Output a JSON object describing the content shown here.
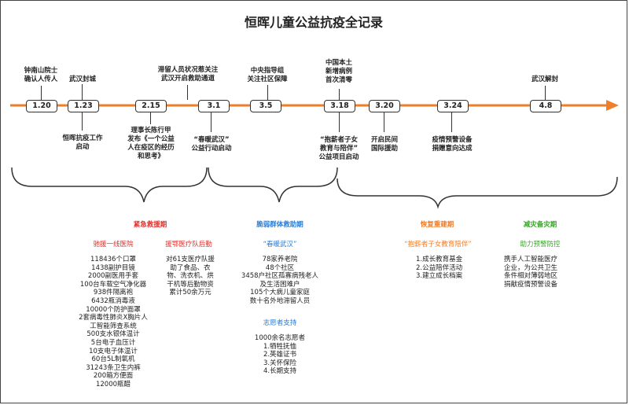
{
  "title": "恒晖儿童公益抗疫全记录",
  "colors": {
    "timeline": "#f07d2a",
    "red": "#e0302a",
    "blue": "#2a7bd6",
    "orange": "#f07d2a",
    "green": "#3aa52a"
  },
  "dates": [
    "1.20",
    "1.23",
    "2.15",
    "3.1",
    "3.5",
    "3.18",
    "3.20",
    "3.24",
    "4.8"
  ],
  "events_above": {
    "e120": "钟南山院士\n确认人传人",
    "e123": "武汉封城",
    "e301": "滞留人员状况惹关注\n武汉开启救助通道",
    "e305": "中央指导组\n关注社区保障",
    "e318": "中国本土\n新增病例\n首次清零",
    "e408": "武汉解封"
  },
  "events_below": {
    "e123": "恒晖抗疫工作\n启动",
    "e215": "理事长陈行甲\n发布《一个公益\n人在疫区的经历\n和思考》",
    "e301": "“春暖武汉”\n公益行动启动",
    "e318": "“抱薪者子女\n教育与陪伴”\n公益项目启动",
    "e320": "开启民间\n国际援助",
    "e324": "疫情预警设备\n捐赠意向达成"
  },
  "phases": {
    "emergency": {
      "title": "紧急救援期",
      "hospital": {
        "title": "驰援一线医院",
        "items": [
          "118436个口罩",
          "1438副护目镜",
          "2000副医用手套",
          "100台车载空气净化器",
          "938件隔离袍",
          "6432瓶消毒液",
          "10000个防护面罩",
          "2套病毒性肺炎X胸片人",
          "工智能筛查系统",
          "500支水银体温计",
          "5台电子血压计",
          "10支电子体温计",
          "60台5L制氧机",
          "31243条卫生内裤",
          "200箱方便面",
          "12000瓶醋"
        ]
      },
      "team": {
        "title": "援鄂医疗队后勤",
        "items": [
          "对61支医疗队援",
          "助了食品、衣",
          "物、洗衣机、烘",
          "干机等后勤物资",
          "累计50余万元"
        ]
      }
    },
    "vulnerable": {
      "title": "脆弱群体救助期",
      "spring": {
        "title": "“春暖武汉”",
        "items": [
          "78家养老院",
          "48个社区",
          "3458户社区孤寡病残老人",
          "及生活困难户",
          "105个大病儿童家庭",
          "数十名外地滞留人员"
        ]
      },
      "volunteer": {
        "title": "志愿者支持",
        "items": [
          "1000余名志愿者",
          "1.牺牲抚恤",
          "2.英雄证书",
          "3.关怀保险",
          "4.长期支持"
        ]
      }
    },
    "recovery": {
      "title": "恢复重建期",
      "project": {
        "title": "“抱薪者子女教育陪伴”",
        "items": [
          "1.成长教育基金",
          "2.公益陪伴活动",
          "3.建立成长档案"
        ]
      }
    },
    "prevention": {
      "title": "减灾备灾期",
      "warning": {
        "title": "助力预警防控",
        "items": [
          "携手人工智能医疗",
          "企业，为公共卫生",
          "条件相对薄弱地区",
          "捐献疫情预警设备"
        ]
      }
    }
  }
}
